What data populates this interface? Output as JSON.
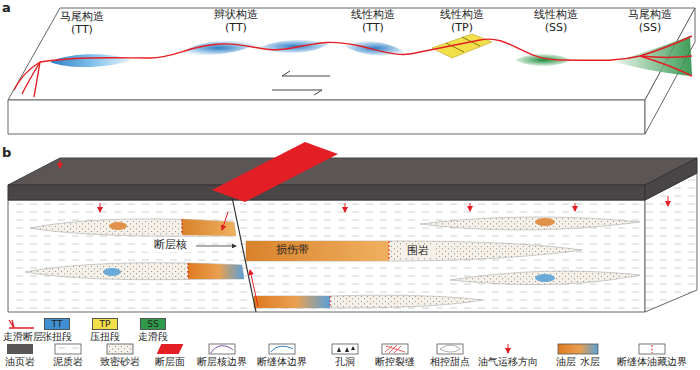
{
  "diagram": {
    "labels": [
      "a",
      "马尾构造 (TT)",
      "辫状构造 (TT)",
      "线性构造 (TT)",
      "线性构造 (TP)",
      "线性构造 (SS)",
      "马尾构造 (SS)",
      "b",
      "断层核",
      "损伤带",
      "围岩",
      "TT",
      "TP",
      "SS"
    ],
    "legend": [
      {
        "text": "走滑断层"
      },
      {
        "text": "张扭段",
        "color": "#3d8fd1"
      },
      {
        "text": "压扭段",
        "color": "#f2e04a"
      },
      {
        "text": "走滑段",
        "color": "#2e9a4a"
      },
      {
        "text": "油页岩",
        "color": "#5b5556"
      },
      {
        "text": "泥质岩"
      },
      {
        "text": "致密砂岩"
      },
      {
        "text": "断层面",
        "color": "#e31e24"
      },
      {
        "text": "断层核边界"
      },
      {
        "text": "断缝体边界"
      },
      {
        "text": "孔洞"
      },
      {
        "text": "断控裂缝"
      },
      {
        "text": "相控甜点"
      },
      {
        "text": "油气运移方向"
      },
      {
        "text": "油层 水层"
      },
      {
        "text": "断缝体油藏边界"
      }
    ]
  }
}
